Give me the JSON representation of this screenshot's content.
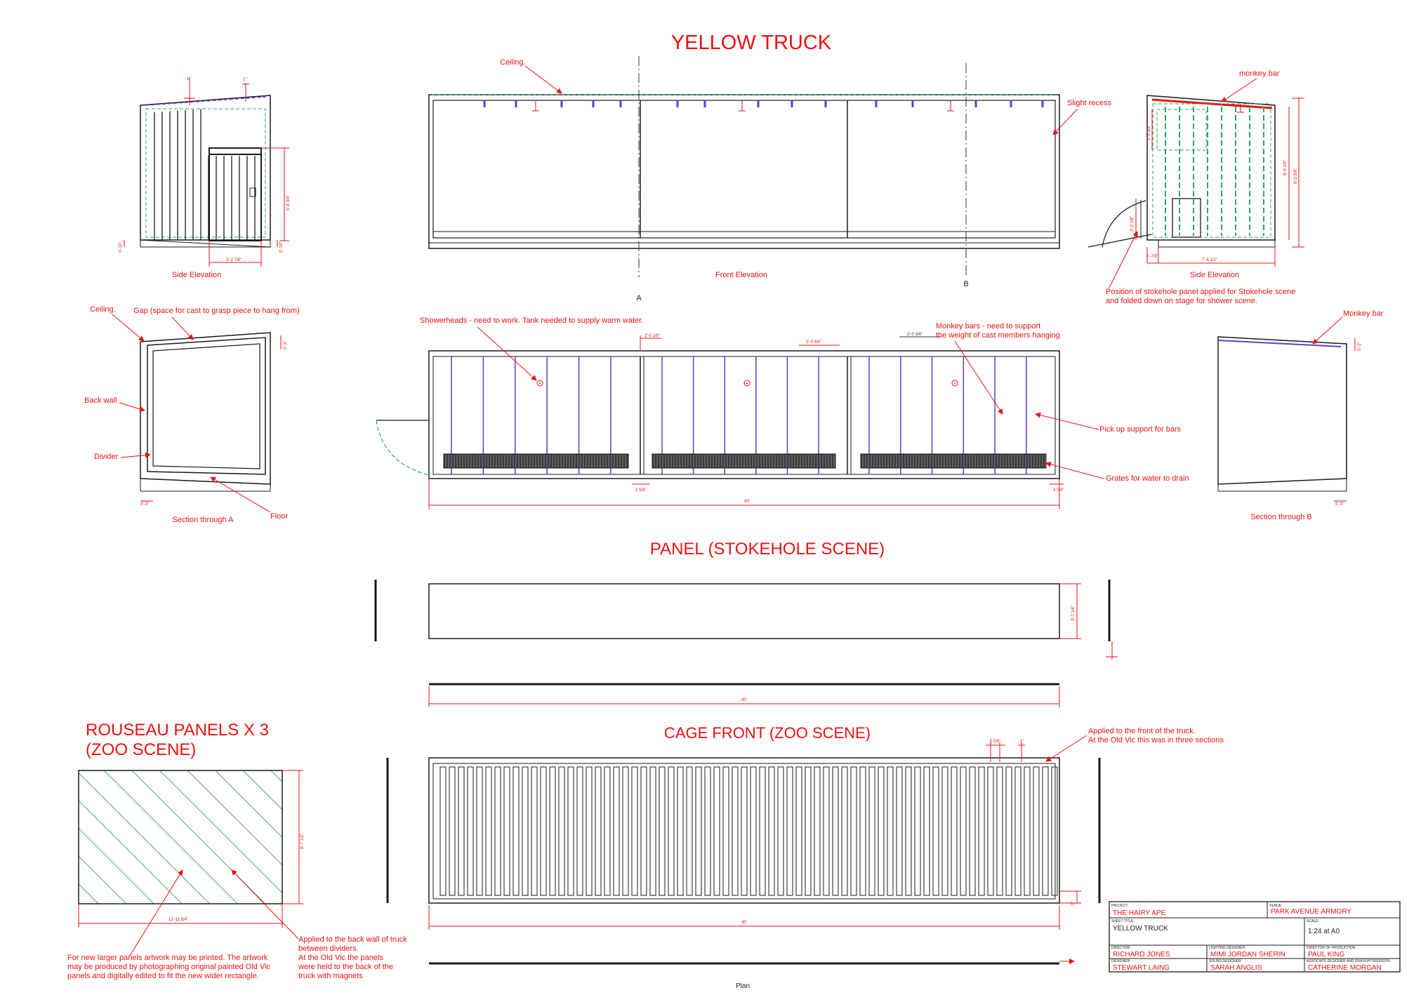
{
  "titles": {
    "yellow_truck": "YELLOW TRUCK",
    "panel": "PANEL (STOKEHOLE SCENE)",
    "rouseau_line1": "ROUSEAU PANELS X 3",
    "rouseau_line2": "(ZOO SCENE)",
    "cage_front": "CAGE FRONT (ZOO SCENE)"
  },
  "captions": {
    "side_elevation_left": "Side Elevation",
    "front_elevation": "Front Elevation",
    "side_elevation_right": "Side Elevation",
    "section_a": "Section through A",
    "section_b": "Section through B",
    "plan": "Plan"
  },
  "section_marks": {
    "a": "A",
    "b": "B"
  },
  "notes": {
    "ceiling_top": "Ceiling.",
    "slight_recess": "Slight recess",
    "monkey_bar": "monkey bar",
    "stokehole_panel_1": "Position of stokehole panel applied for Stokehole scene",
    "stokehole_panel_2": "and folded down on stage for shower scene.",
    "ceiling_section": "Ceiling.",
    "gap": "Gap (space for cast to grasp piece to hang from)",
    "back_wall": "Back wall",
    "divider": "Divider",
    "floor": "Floor",
    "showerheads": "Showerheads - need to work. Tank needed to supply warm water.",
    "monkey_bars_1": "Monkey bars - need to support",
    "monkey_bars_2": "the weight of cast members hanging",
    "monkey_bar_b": "Monkey bar",
    "pickup_support": "Pick up support for bars",
    "grates": "Grates for water to drain",
    "applied_front_1": "Applied to the front of the truck.",
    "applied_front_2": "At the Old Vic this was in three sections",
    "larger_panels_1": "For new larger panels artwork may be printed. The artwork",
    "larger_panels_2": "may be produced by photographing  original painted Old Vic",
    "larger_panels_3": "panels and digitally edited to fit the new wider rectangle.",
    "back_wall_1": "Applied to the back wall of truck",
    "back_wall_2": "between dividers.",
    "back_wall_3": "At the Old Vic the panels",
    "back_wall_4": "were held to the back of the",
    "back_wall_5": "truck with magnets"
  },
  "dims": {
    "side_top_1": "1\"",
    "side_top_2": "1\"",
    "side_height": "5'-8 3/4\"",
    "side_base_left": "0'-10\"",
    "side_base_right": "0'-10\"",
    "side_width": "3'-2 7/8\"",
    "right_small_1": "2'-4 3/8\"",
    "right_height_1": "8'-4 1/4\"",
    "right_height_2": "9'-3 5/8\"",
    "right_step": "2'-3 1/8\"",
    "right_base": "1'-7/8\"",
    "right_width": "7'-6 1/2\"",
    "sec_a_top": "0'-3\"",
    "sec_a_bottom": "0'-3\"",
    "plan_1": "2'-0 1/8\"",
    "plan_2": "2'-0 3/4\"",
    "plan_3": "2'-0 3/4\"",
    "plan_left": "1 5/8\"",
    "plan_right": "4 3/4\"",
    "plan_length": "40'",
    "sec_b_top": "0'-3\"",
    "sec_b_bottom": "0'-3\"",
    "panel_height": "3'-7 1/4\"",
    "panel_length": "40'",
    "cage_top_1": "5 5/8\"",
    "cage_top_2": "1\"",
    "cage_height": "5\"",
    "cage_length": "40'",
    "rouseau_height": "8'-7 1/2\"",
    "rouseau_width": "12'-11 3/4\""
  },
  "title_block": {
    "project_label": "PROJECT:",
    "project": "THE HAIRY APE",
    "venue_label": "VENUE:",
    "venue": "PARK AVENUE ARMORY",
    "sheet_label": "SHEET TITLE:",
    "sheet": "YELLOW TRUCK",
    "scale_label": "SCALE:",
    "scale": "1:24 at A0",
    "director_label": "DIRECTOR:",
    "director": "RICHARD JONES",
    "lighting_label": "LIGHTING DESIGNER:",
    "lighting": "MIMI JORDAN SHERIN",
    "production_label": "DIRECTOR OF PRODUCTION:",
    "production": "PAUL KING",
    "designer_label": "DESIGNER:",
    "designer": "STEWART LAING",
    "sound_label": "SOUND DESIGNER:",
    "sound": "SARAH ANGLIS",
    "associate_label": "ASSOCIATE DESIGNER AND DRAUGHTSPERSON:",
    "associate": "CATHERINE MORGAN"
  },
  "colors": {
    "line": "#1a1a1a",
    "annotation": "#ee1111",
    "structure_purple": "#5a3fd0",
    "hatch_green": "#1a9a3a",
    "dashed_green": "#2aa866"
  }
}
